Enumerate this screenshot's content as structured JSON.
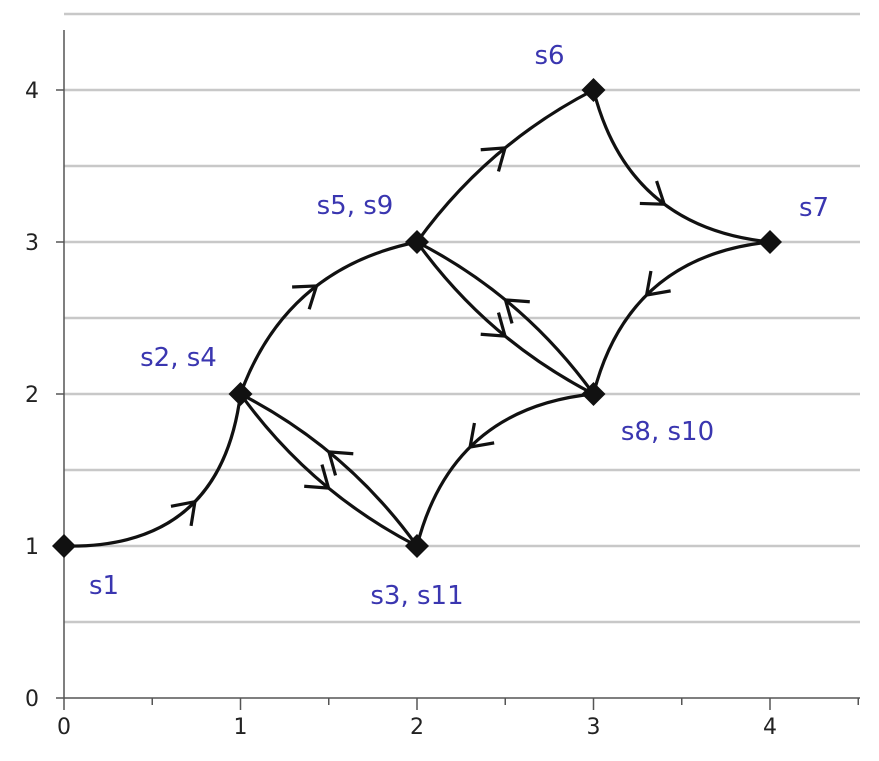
{
  "chart_data": {
    "type": "scatter",
    "xlim": [
      0,
      4.5
    ],
    "ylim": [
      0,
      4.5
    ],
    "x_ticks": [
      "0",
      "1",
      "2",
      "3",
      "4"
    ],
    "y_ticks": [
      "0",
      "1",
      "2",
      "3",
      "4"
    ],
    "grid": {
      "horizontal": true,
      "vertical": false,
      "y_step": 0.5
    },
    "colors": {
      "label": "#3a36b0",
      "path": "#111111",
      "grid": "#c8c8c8",
      "axis": "#555555"
    },
    "points": [
      {
        "id": "p1",
        "label": "s1",
        "x": 0,
        "y": 1,
        "label_pos": "below-right"
      },
      {
        "id": "p2",
        "label": "s2, s4",
        "x": 1,
        "y": 2,
        "label_pos": "above-left"
      },
      {
        "id": "p3",
        "label": "s3, s11",
        "x": 2,
        "y": 1,
        "label_pos": "below"
      },
      {
        "id": "p4",
        "label": "s5, s9",
        "x": 2,
        "y": 3,
        "label_pos": "above-left"
      },
      {
        "id": "p5",
        "label": "s6",
        "x": 3,
        "y": 4,
        "label_pos": "above-left"
      },
      {
        "id": "p6",
        "label": "s7",
        "x": 4,
        "y": 3,
        "label_pos": "above-right"
      },
      {
        "id": "p7",
        "label": "s8, s10",
        "x": 3,
        "y": 2,
        "label_pos": "below-right"
      }
    ],
    "transitions": [
      {
        "from": [
          0,
          1
        ],
        "to": [
          1,
          2
        ],
        "bend": -0.45
      },
      {
        "from": [
          1,
          2
        ],
        "to": [
          2,
          1
        ],
        "bend": -0.12
      },
      {
        "from": [
          2,
          1
        ],
        "to": [
          1,
          2
        ],
        "bend": -0.12
      },
      {
        "from": [
          1,
          2
        ],
        "to": [
          2,
          3
        ],
        "bend": 0.28
      },
      {
        "from": [
          2,
          3
        ],
        "to": [
          3,
          4
        ],
        "bend": 0.12
      },
      {
        "from": [
          3,
          4
        ],
        "to": [
          4,
          3
        ],
        "bend": -0.35
      },
      {
        "from": [
          4,
          3
        ],
        "to": [
          3,
          2
        ],
        "bend": -0.35
      },
      {
        "from": [
          2,
          3
        ],
        "to": [
          3,
          2
        ],
        "bend": -0.12
      },
      {
        "from": [
          3,
          2
        ],
        "to": [
          2,
          3
        ],
        "bend": -0.12
      },
      {
        "from": [
          3,
          2
        ],
        "to": [
          2,
          1
        ],
        "bend": -0.35
      }
    ]
  }
}
